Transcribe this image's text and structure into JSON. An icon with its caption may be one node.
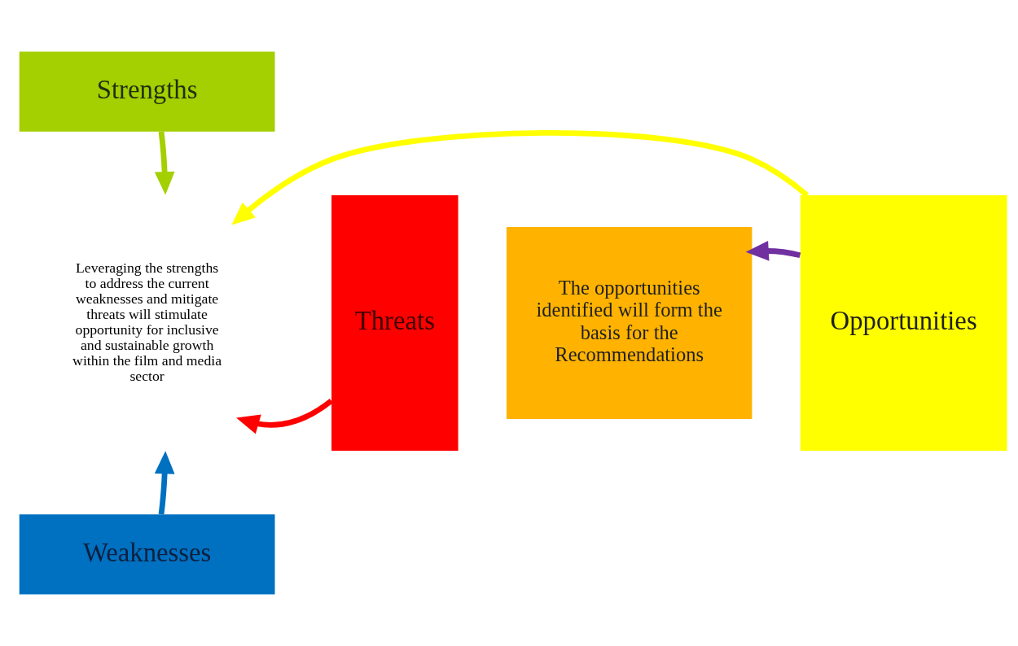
{
  "diagram": {
    "nodes": [
      {
        "text": [
          "Strengths"
        ]
      },
      {
        "text": [
          "Opportunities"
        ]
      },
      {
        "text": [
          "Leveraging the strengths to address the current weaknesses and mitigate threats will stimulate opportunity for inclusive and sustainable growth within the film and media sector"
        ]
      },
      {
        "text": [
          "Threats"
        ]
      },
      {
        "text": [
          "Weaknesses"
        ]
      },
      {
        "text": [
          "The opportunities identified will form the basis for the Recommendations"
        ]
      }
    ],
    "edges": [
      {
        "from": 0,
        "to": 2,
        "arrow": "to",
        "color": "#a4cf00"
      },
      {
        "from": 1,
        "to": 2,
        "arrow": "to",
        "color": "#ffff00"
      },
      {
        "from": 3,
        "to": 2,
        "arrow": "to",
        "color": "#ff0000"
      },
      {
        "from": 4,
        "to": 2,
        "arrow": "to",
        "color": "#0070c0"
      },
      {
        "from": 1,
        "to": 5,
        "arrow": "to",
        "color": "#7030a0"
      }
    ]
  }
}
